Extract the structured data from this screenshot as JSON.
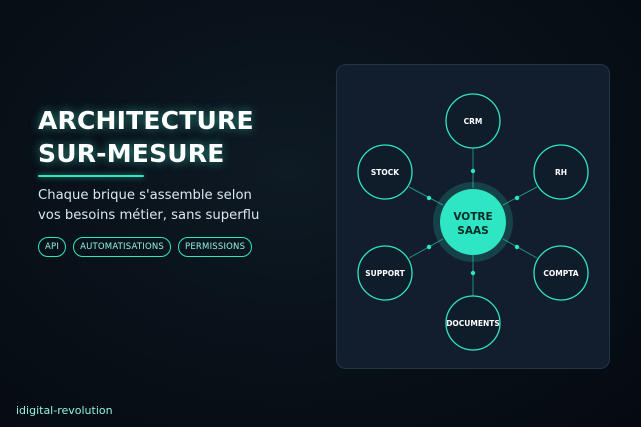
{
  "headline": {
    "line1": "ARCHITECTURE",
    "line2": "SUR-MESURE"
  },
  "subtitle": {
    "line1": "Chaque brique s'assemble selon",
    "line2": "vos besoins métier, sans superflu"
  },
  "tags": [
    "API",
    "AUTOMATISATIONS",
    "PERMISSIONS"
  ],
  "diagram": {
    "center": {
      "line1": "VOTRE",
      "line2": "SAAS"
    },
    "nodes": [
      "CRM",
      "RH",
      "COMPTA",
      "DOCUMENTS",
      "SUPPORT",
      "STOCK"
    ]
  },
  "brand": "idigital-revolution",
  "colors": {
    "accent": "#2ee6c3",
    "background": "#081018",
    "panel": "#121e2e",
    "node_fill": "#0f1d2b"
  }
}
